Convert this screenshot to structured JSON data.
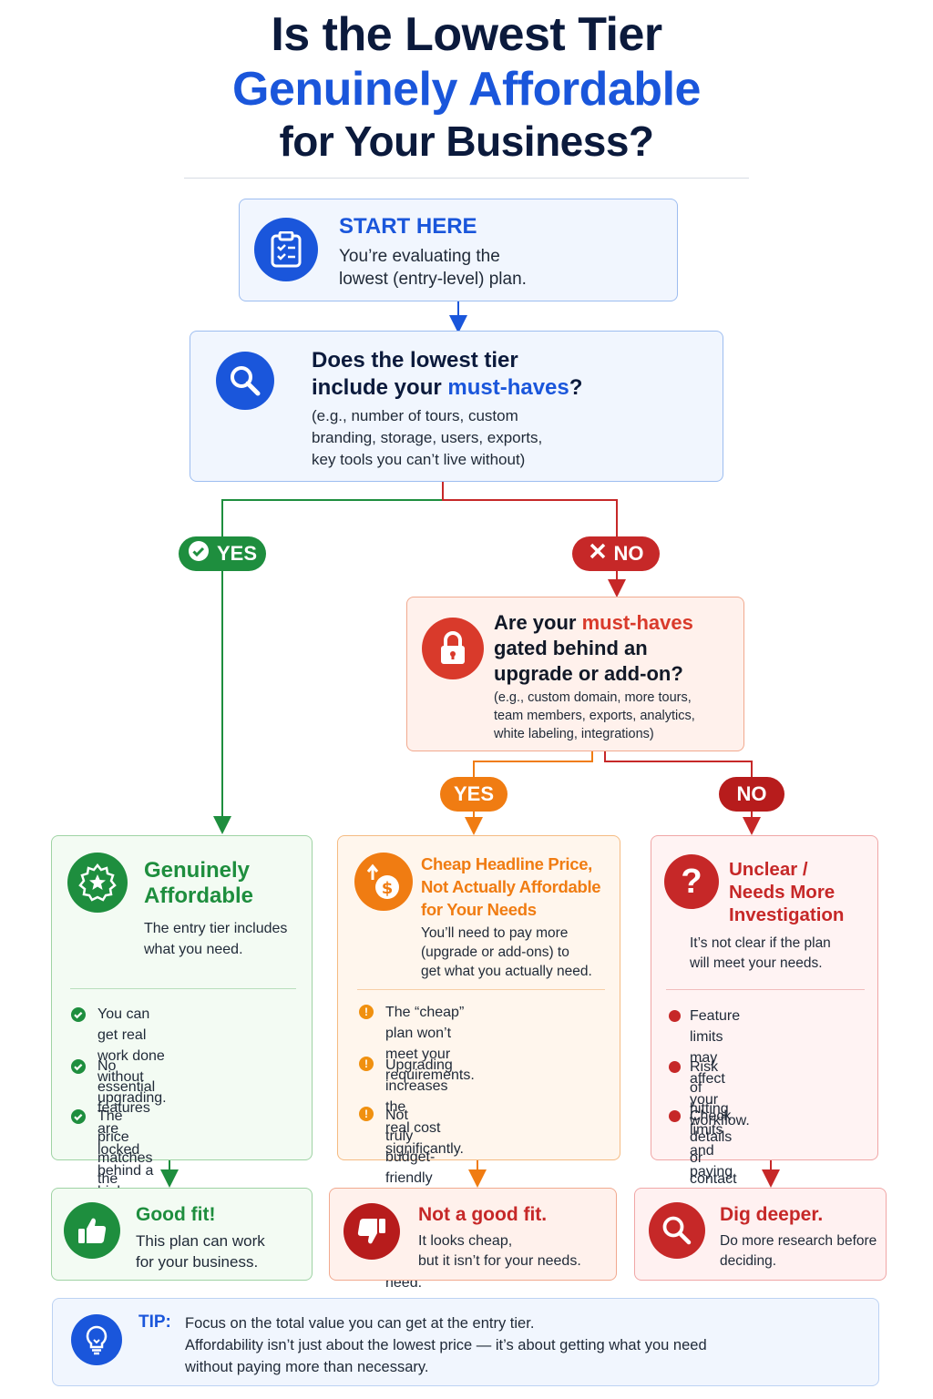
{
  "title": {
    "line1": "Is the Lowest Tier",
    "line2": "Genuinely Affordable",
    "line3": "for Your Business?"
  },
  "start": {
    "heading": "START HERE",
    "body": "You’re evaluating the\nlowest (entry-level) plan.",
    "icon": "clipboard-checklist-icon"
  },
  "question1": {
    "prefix": "Does the lowest tier\ninclude your ",
    "highlight": "must-haves",
    "suffix": "?",
    "examples": "(e.g., number of tours, custom\nbranding, storage, users, exports,\nkey tools you can’t live without)",
    "icon": "magnifier-icon"
  },
  "branch1": {
    "yes": "YES",
    "no": "NO"
  },
  "question2": {
    "prefix": "Are your ",
    "highlight": "must-haves",
    "suffix": "\ngated behind an\nupgrade or add-on?",
    "examples": "(e.g., custom domain, more tours,\nteam members, exports, analytics,\nwhite labeling, integrations)",
    "icon": "padlock-icon"
  },
  "branch2": {
    "yes": "YES",
    "no": "NO"
  },
  "outcomes": {
    "affordable": {
      "title": "Genuinely\nAffordable",
      "summary": "The entry tier includes\nwhat you need.",
      "icon": "badge-star-icon",
      "points": [
        "You can get real work done\nwithout upgrading.",
        "No essential features are\nlocked behind a higher tier.",
        "The price matches the\nvalue you receive."
      ]
    },
    "not_affordable": {
      "title": "Cheap Headline Price,\nNot Actually Affordable\nfor Your Needs",
      "summary": "You’ll need to pay more\n(upgrade or add-ons) to\nget what you actually need.",
      "icon": "dollar-arrow-up-icon",
      "points": [
        "The “cheap” plan won’t\nmeet your requirements.",
        "Upgrading increases the\nreal cost significantly.",
        "Not truly budget-friendly\nonce you get what you need."
      ]
    },
    "unclear": {
      "title": "Unclear /\nNeeds More\nInvestigation",
      "summary": "It’s not clear if the plan\nwill meet your needs.",
      "icon": "question-mark-icon",
      "points": [
        "Feature limits may affect\nyour workflow.",
        "Risk of hitting limits\nand paying more later.",
        "Check details or contact\nthe provider."
      ]
    }
  },
  "results": {
    "good": {
      "title": "Good fit!",
      "body": "This plan can work\nfor your business.",
      "icon": "thumbs-up-icon"
    },
    "bad": {
      "title": "Not a good fit.",
      "body": "It looks cheap,\nbut it isn’t for your needs.",
      "icon": "thumbs-down-icon"
    },
    "dig": {
      "title": "Dig deeper.",
      "body": "Do more research before\ndeciding.",
      "icon": "magnifier-icon"
    }
  },
  "tip": {
    "label": "TIP:",
    "text": "Focus on the total value you can get at the entry tier.\nAffordability isn’t just about the lowest price — it’s about getting what you need\nwithout paying more than necessary.",
    "icon": "lightbulb-icon"
  },
  "colors": {
    "navy": "#0b1a3c",
    "blue": "#1a56db",
    "green": "#1e8e3e",
    "orange": "#f07c12",
    "red": "#c62828"
  }
}
